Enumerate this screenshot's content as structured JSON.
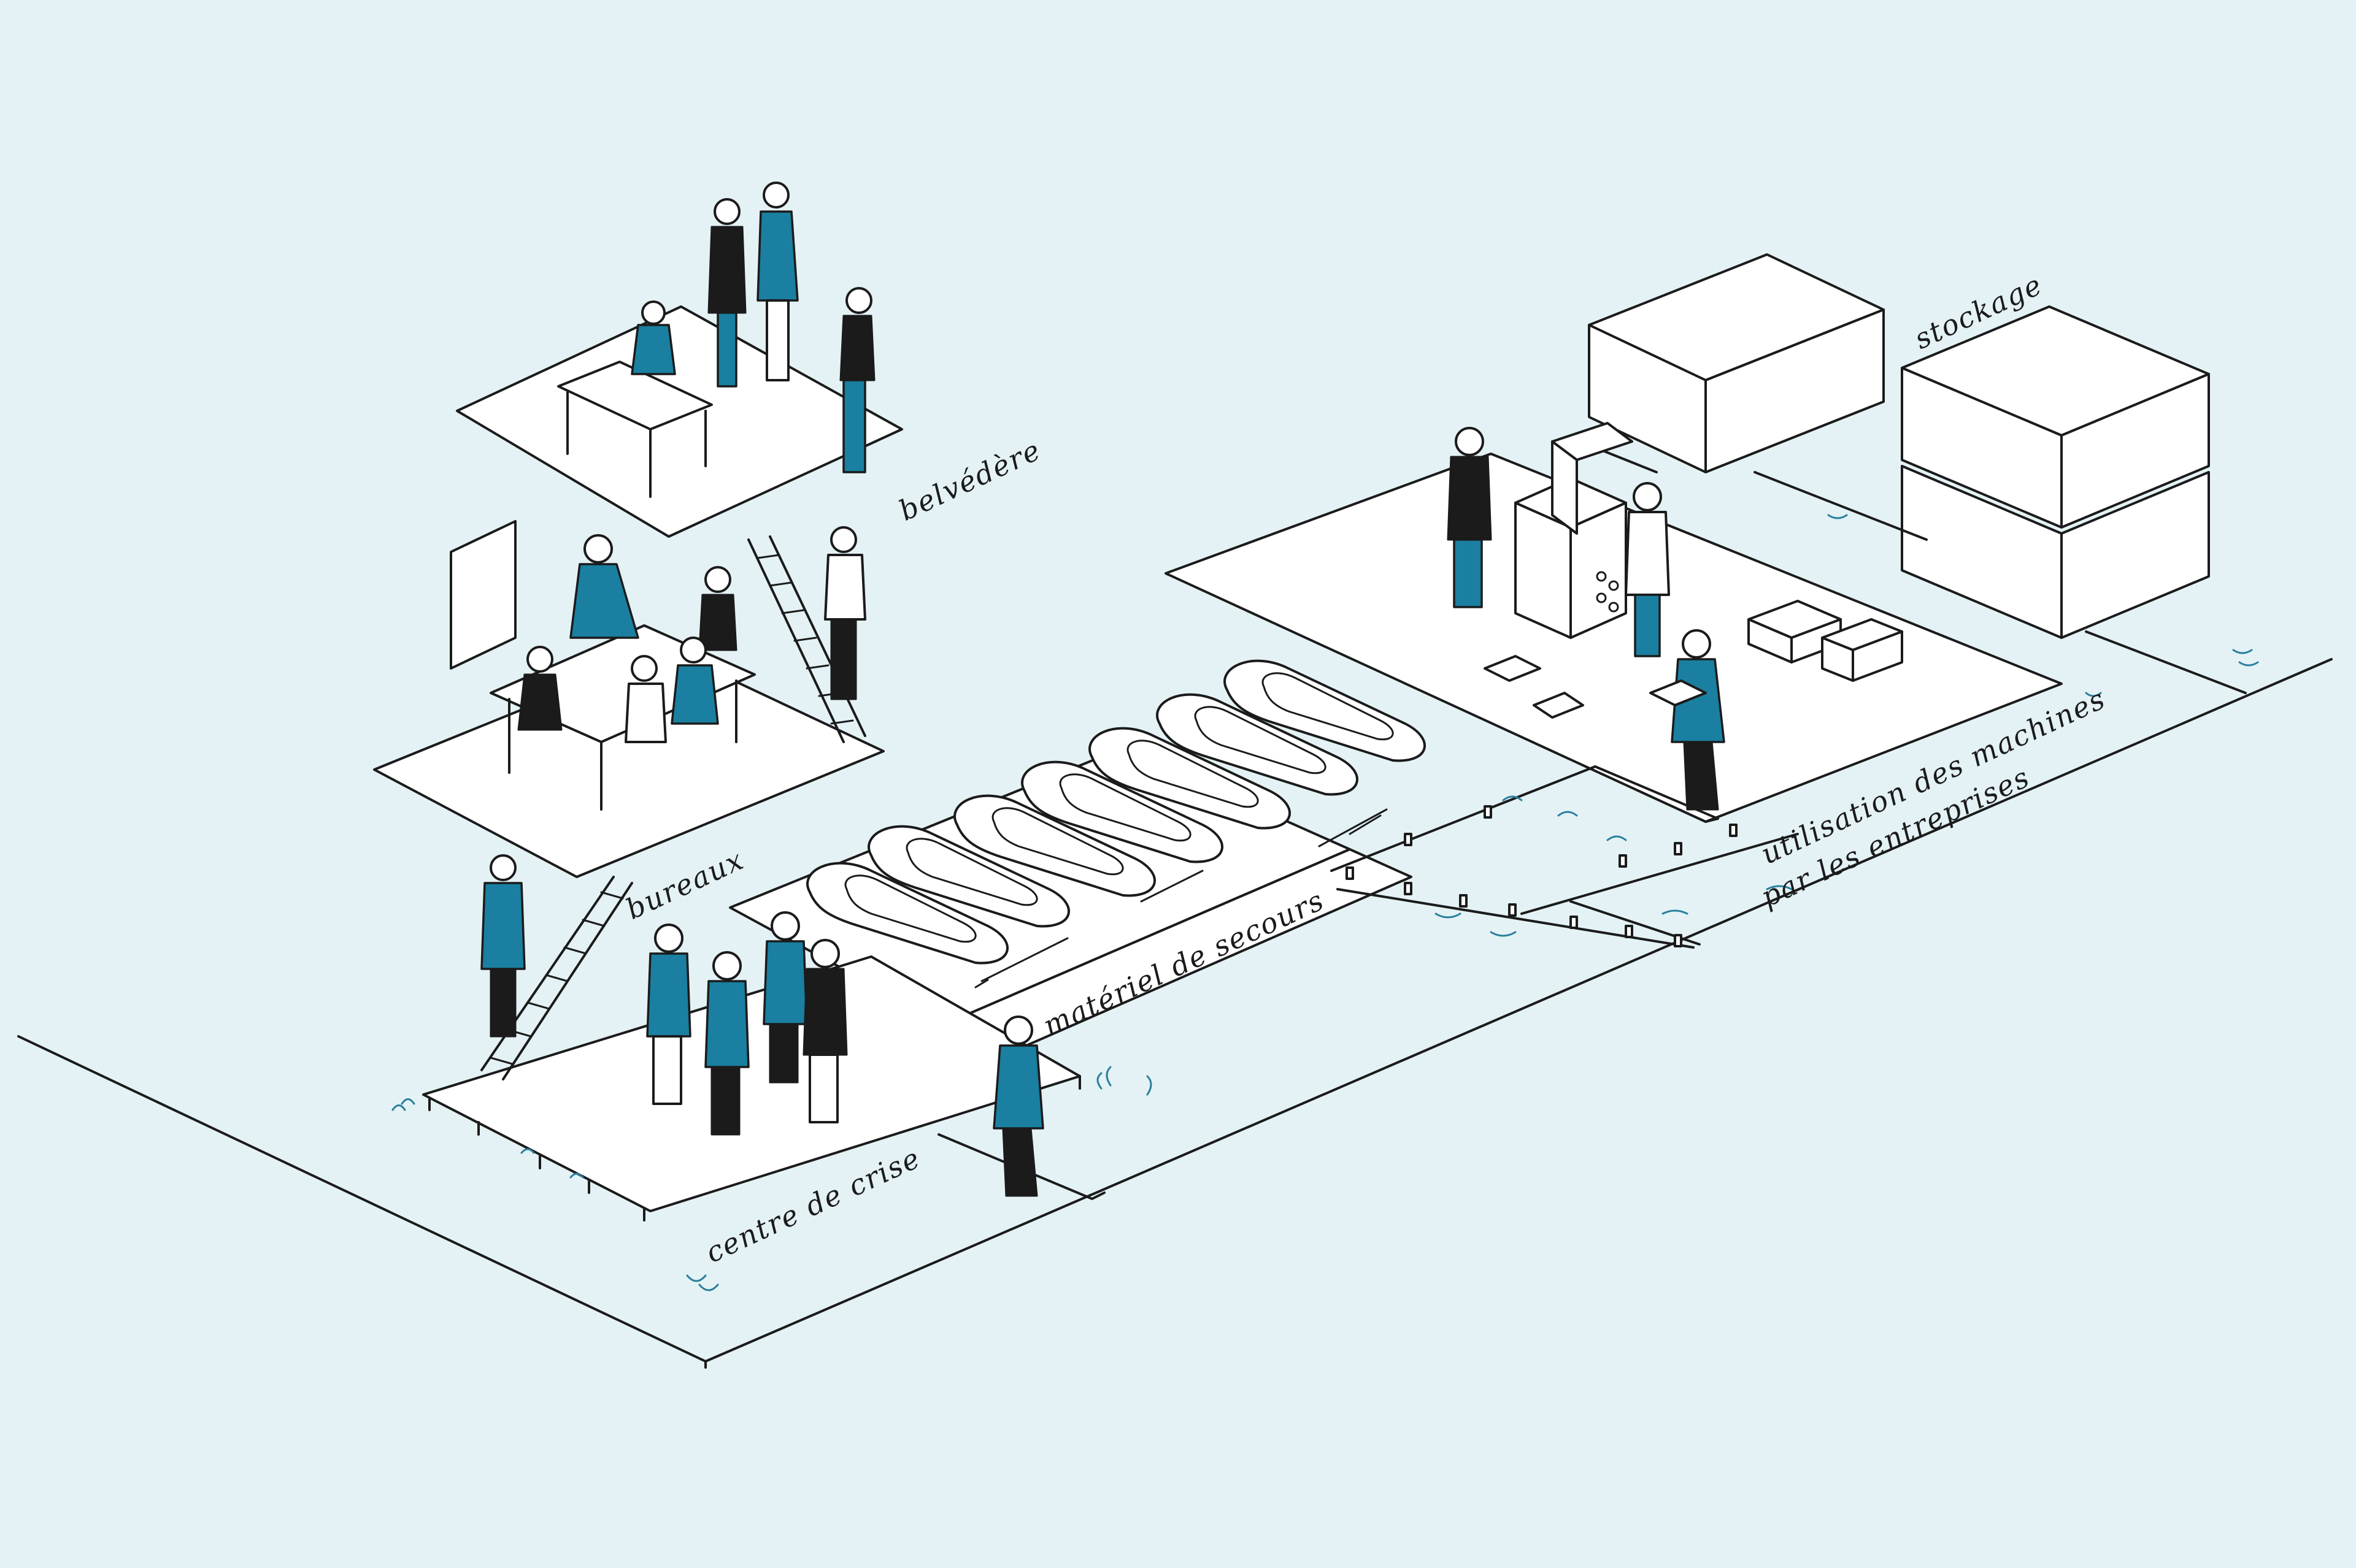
{
  "labels": {
    "belvedere": "belvédère",
    "bureaux": "bureaux",
    "centre_de_crise": "centre de crise",
    "materiel_de_secours": "matériel de secours",
    "stockage": "stockage",
    "machines_line1": "utilisation des machines",
    "machines_line2": "par les entreprises"
  },
  "colors": {
    "background": "#e4f2f5",
    "accent_blue": "#1a7fa0",
    "ink": "#1b1b1b",
    "wave": "#2a7f9e"
  }
}
